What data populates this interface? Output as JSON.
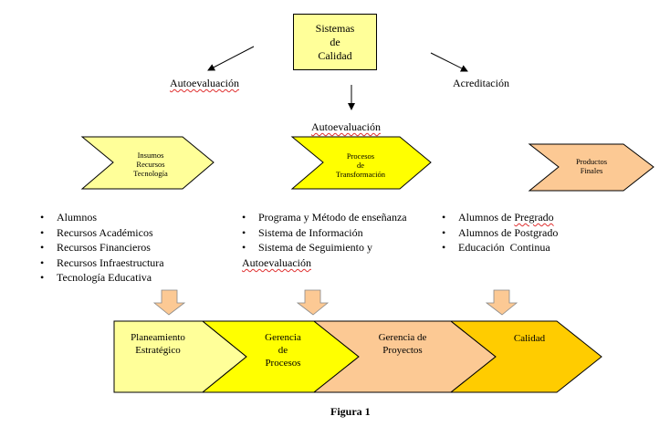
{
  "top_box": {
    "lines": [
      "Sistemas",
      "de",
      "Calidad"
    ]
  },
  "branches": {
    "left": "Autoevaluación",
    "right": "Acreditación",
    "center": "Autoevaluación"
  },
  "chevrons": [
    {
      "lines": [
        "Insumos",
        "Recursos",
        "Tecnología"
      ],
      "color": "#ffff99"
    },
    {
      "lines": [
        "Procesos",
        "de",
        "Transformación"
      ],
      "color": "#ffff00"
    },
    {
      "lines": [
        "Productos",
        "Finales"
      ],
      "color": "#fcc994"
    }
  ],
  "lists": {
    "inputs": [
      "Alumnos",
      "Recursos Académicos",
      "Recursos Financieros",
      "Recursos Infraestructura",
      "Tecnología Educativa"
    ],
    "processes": [
      "Programa y Método de enseñanza",
      "Sistema de Información",
      "Sistema de Seguimiento y"
    ],
    "processes_continuation": "Autoevaluación",
    "products": [
      "Alumnos de Pregrado",
      "Alumnos de Postgrado",
      "Educación  Continua"
    ]
  },
  "band": [
    {
      "lines": [
        "Planeamiento",
        "Estratégico"
      ],
      "color": "#ffff99"
    },
    {
      "lines": [
        "Gerencia",
        "de",
        "Procesos"
      ],
      "color": "#ffff00"
    },
    {
      "lines": [
        "Gerencia de",
        "Proyectos"
      ],
      "color": "#fcc994"
    },
    {
      "lines": [
        "Calidad"
      ],
      "color": "#ffcc00"
    }
  ],
  "down_arrow_color": "#fcc994",
  "caption": "Figura 1"
}
